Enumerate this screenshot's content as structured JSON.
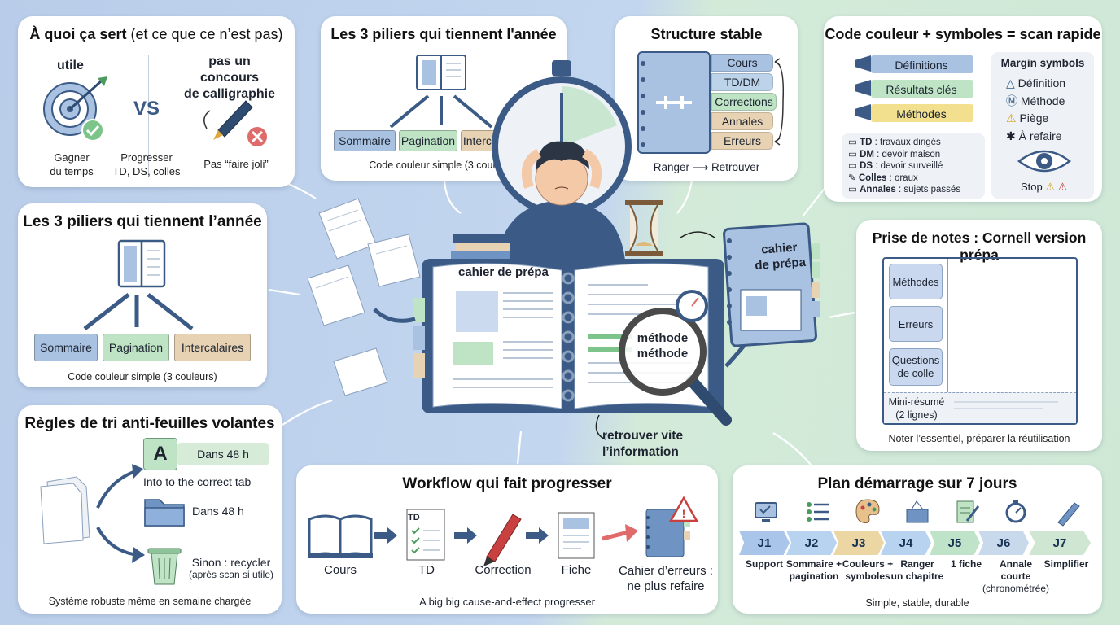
{
  "purpose": {
    "title_bold": "À quoi ça sert",
    "title_rest": " (et ce que ce n’est pas)",
    "left_label": "utile",
    "vs": "VS",
    "right_label_1": "pas un concours",
    "right_label_2": "de calligraphie",
    "caption_1": [
      "Gagner",
      "du temps"
    ],
    "caption_2": [
      "Progresser",
      "TD, DS, colles"
    ],
    "caption_3": "Pas “faire joli”"
  },
  "pillars_top": {
    "title": "Les 3 piliers qui tiennent l'année",
    "items": [
      "Sommaire",
      "Pagination",
      "Intercalaires"
    ],
    "caption": "Code couleur simple (3 couleurs)"
  },
  "pillars_left": {
    "title": "Les 3 piliers qui tiennent l’année",
    "items": [
      "Sommaire",
      "Pagination",
      "Intercalaires"
    ],
    "caption": "Code couleur simple (3 couleurs)"
  },
  "structure": {
    "title": "Structure stable",
    "tabs": [
      "Cours",
      "TD/DM",
      "Corrections",
      "Annales",
      "Erreurs"
    ],
    "caption_a": "Ranger",
    "caption_arrow": "⟶",
    "caption_b": "Retrouver"
  },
  "color_code": {
    "title": "Code couleur + symboles = scan rapide",
    "markers": [
      "Définitions",
      "Résultats clés",
      "Méthodes"
    ],
    "margin_title": "Margin symbols",
    "symbols": [
      {
        "glyph": "△",
        "label": "Définition"
      },
      {
        "glyph": "Ⓜ",
        "label": "Méthode"
      },
      {
        "glyph": "⚠",
        "label": "Piège"
      },
      {
        "glyph": "✱",
        "label": "À refaire"
      }
    ],
    "legend": [
      {
        "abbr": "TD",
        "text": " : travaux dirigés"
      },
      {
        "abbr": "DM",
        "text": " : devoir maison"
      },
      {
        "abbr": "DS",
        "text": " : devoir surveillé"
      },
      {
        "abbr": "Colles",
        "text": " : oraux"
      },
      {
        "abbr": "Annales",
        "text": " : sujets passés"
      }
    ],
    "stop_label": "Stop"
  },
  "center": {
    "notebook_label": "cahier de prépa",
    "magnifier_1": "méthode",
    "magnifier_2": "méthode",
    "retrieve_1": "retrouver vite",
    "retrieve_2": "l’information",
    "side_notebook_1": "cahier",
    "side_notebook_2": "de prépa"
  },
  "cornell": {
    "title": "Prise de notes : Cornell version prépa",
    "boxes": [
      "Méthodes",
      "Erreurs",
      "Questions de colle"
    ],
    "summary_1": "Mini-résumé",
    "summary_2": "(2 lignes)",
    "caption": "Noter l’essentiel, préparer la réutilisation"
  },
  "sorting": {
    "title": "Règles de tri anti-feuilles volantes",
    "letter": "A",
    "badge": "Dans 48 h",
    "tab_text": "Into to the correct tab",
    "folder_text": "Dans 48 h",
    "recycle_1": "Sinon : recycler",
    "recycle_2": "(après scan si utile)",
    "caption": "Système robuste même en semaine chargée"
  },
  "workflow": {
    "title": "Workflow qui fait progresser",
    "doc_tag": "TD",
    "steps": [
      "Cours",
      "TD",
      "Correction",
      "Fiche"
    ],
    "last_1": "Cahier d’erreurs :",
    "last_2": "ne plus refaire",
    "caption_pre": "A big big ",
    "caption_mid": "cause-and-effect progresser"
  },
  "plan": {
    "title": "Plan démarrage sur 7 jours",
    "days": [
      {
        "code": "J1",
        "label": [
          "Support"
        ],
        "color": "#a9c6ea"
      },
      {
        "code": "J2",
        "label": [
          "Sommaire +",
          "pagination"
        ],
        "color": "#b7d3ef"
      },
      {
        "code": "J3",
        "label": [
          "Couleurs +",
          "symboles"
        ],
        "color": "#ecd6a4"
      },
      {
        "code": "J4",
        "label": [
          "Ranger",
          "un chapitre"
        ],
        "color": "#b7d3ef"
      },
      {
        "code": "J5",
        "label": [
          "1 fiche"
        ],
        "color": "#bfe3c8"
      },
      {
        "code": "J6",
        "label": [
          "Annale",
          "courte",
          "(chronométrée)"
        ],
        "color": "#c9d9ec"
      },
      {
        "code": "J7",
        "label": [
          "Simplifier"
        ],
        "color": "#cfe6d3"
      }
    ],
    "caption": "Simple, stable, durable"
  },
  "colors": {
    "blue": "#a9c2e2",
    "green": "#bfe3c5",
    "tan": "#e7d2b4",
    "navy": "#3b5b86"
  }
}
